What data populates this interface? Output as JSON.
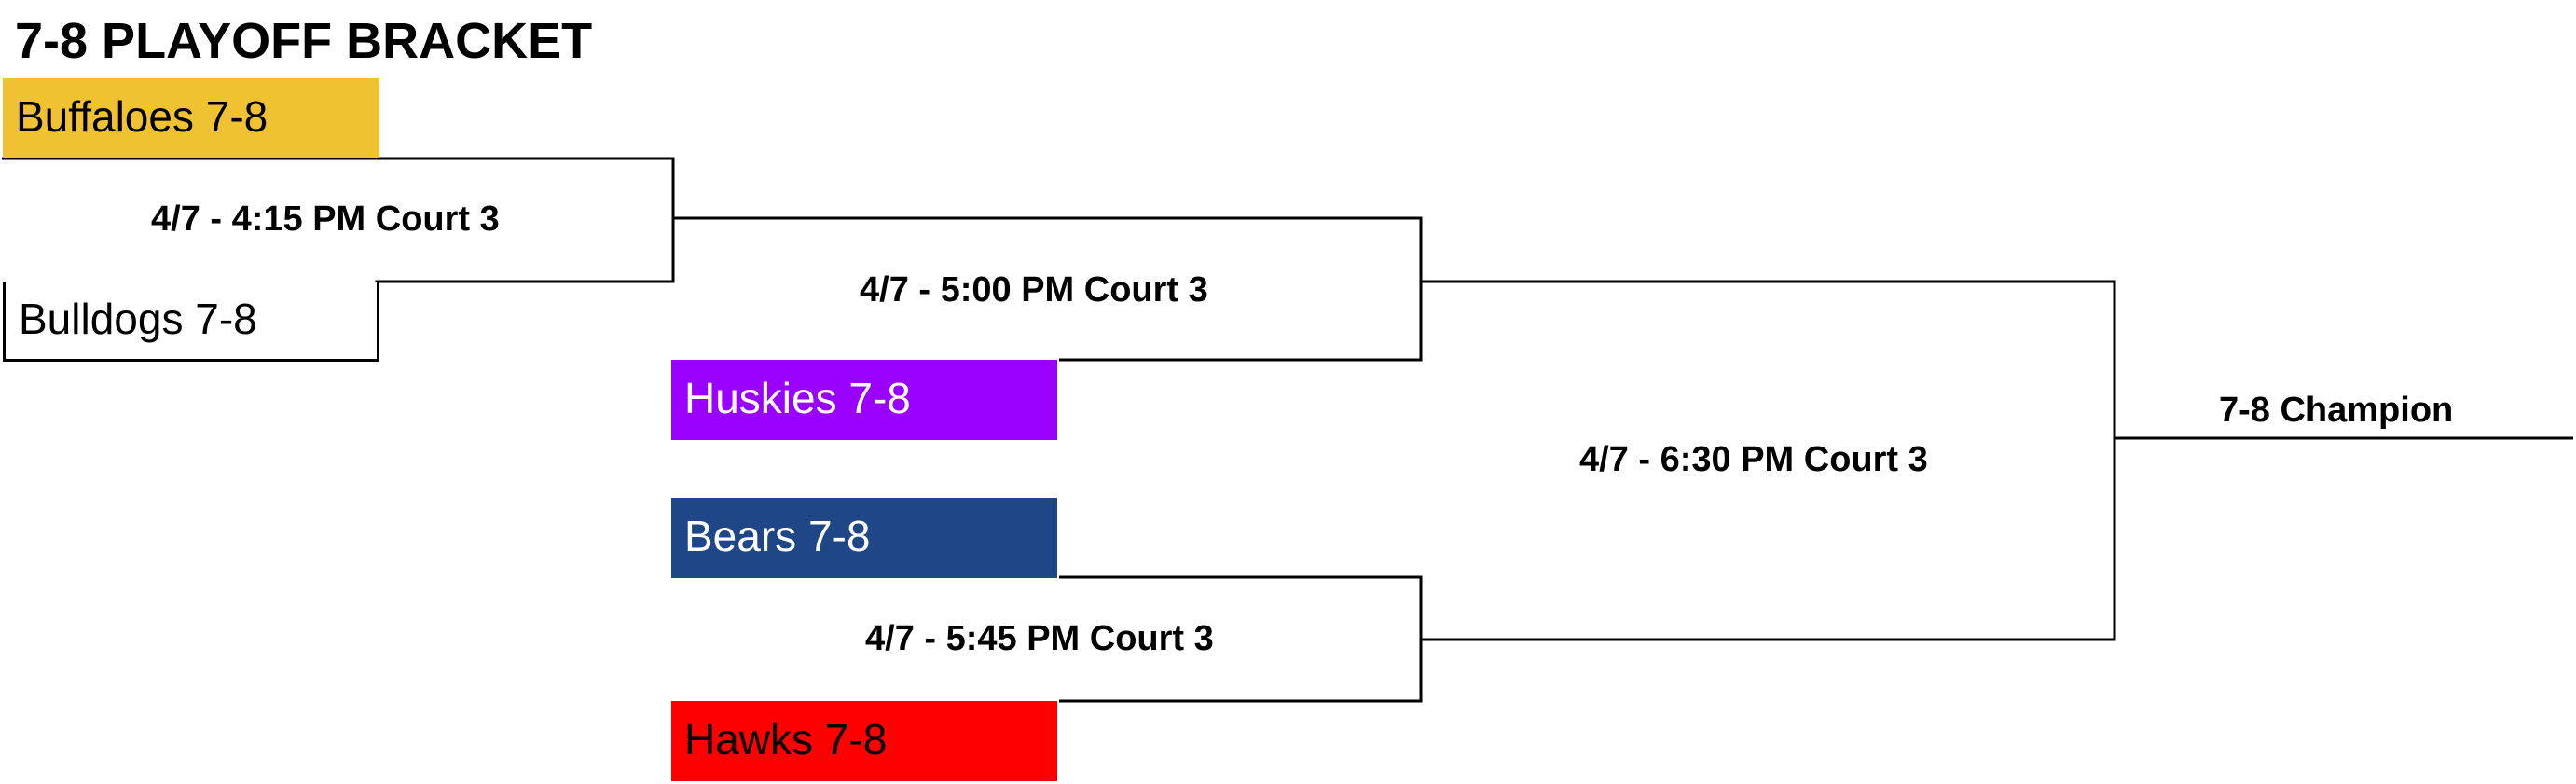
{
  "title": "7-8 PLAYOFF BRACKET",
  "teams": [
    {
      "name": "Buffaloes 7-8",
      "fill": "#F0C232",
      "text_color": "#000000"
    },
    {
      "name": "Bulldogs 7-8",
      "fill": "#FFFFFF",
      "text_color": "#000000"
    },
    {
      "name": "Huskies 7-8",
      "fill": "#9900FF",
      "text_color": "#FFFFFF"
    },
    {
      "name": "Bears 7-8",
      "fill": "#1F4788",
      "text_color": "#FFFFFF"
    },
    {
      "name": "Hawks 7-8",
      "fill": "#FF0000",
      "text_color": "#000000"
    }
  ],
  "games": {
    "round1": "4/7 - 4:15 PM Court 3",
    "round2_top": "4/7 - 5:00 PM Court 3",
    "round2_bottom": "4/7 - 5:45 PM Court 3",
    "final": "4/7 - 6:30 PM Court 3"
  },
  "champion_label": "7-8 Champion",
  "line_color": "#000000"
}
